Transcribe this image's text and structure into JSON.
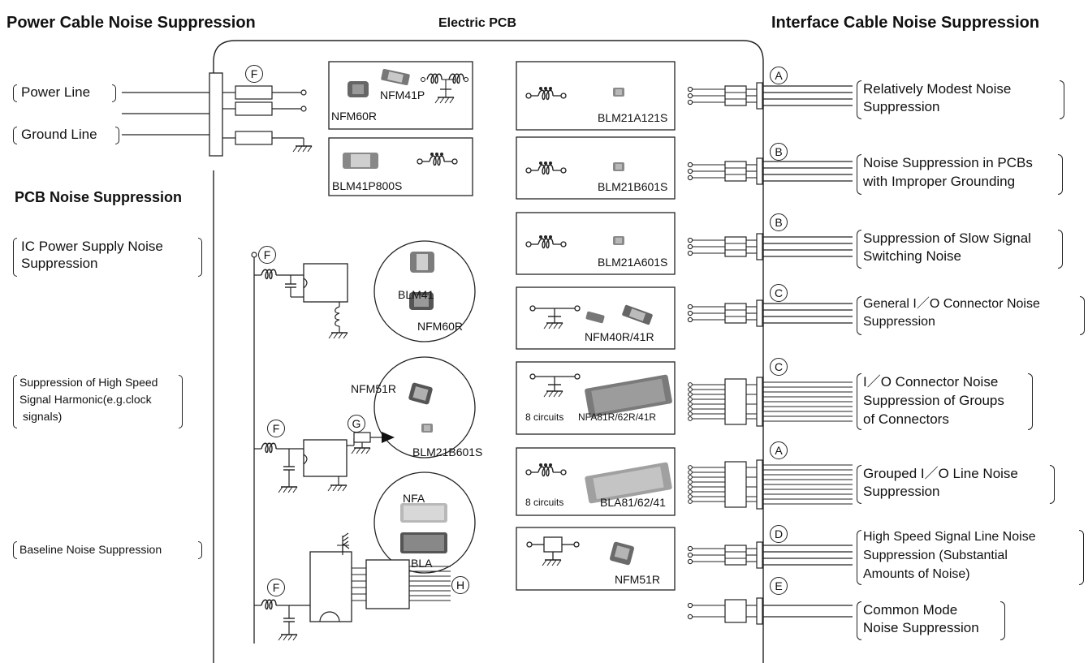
{
  "headings": {
    "power": "Power Cable Noise Suppression",
    "pcb": "Electric PCB",
    "interface": "Interface Cable Noise Suppression",
    "pcb_noise": "PCB Noise Suppression"
  },
  "left_labels": {
    "power_line": "Power Line",
    "ground_line": "Ground Line",
    "ic_power": [
      "IC Power Supply Noise",
      "Suppression"
    ],
    "high_speed": [
      "Suppression of High Speed",
      "Signal Harmonic(e.g.clock",
      "signals)"
    ],
    "baseline": "Baseline Noise Suppression"
  },
  "markers": {
    "A": "A",
    "B": "B",
    "C": "C",
    "D": "D",
    "E": "E",
    "F": "F",
    "G": "G",
    "H": "H"
  },
  "parts": {
    "nfm60r": "NFM60R",
    "nfm41p": "NFM41P",
    "blm41p800s": "BLM41P800S",
    "blm41": "BLM41",
    "nfm51r": "NFM51R",
    "blm21b601s": "BLM21B601S",
    "nfa": "NFA",
    "bla": "BLA",
    "blm21a121s": "BLM21A121S",
    "blm21a601s": "BLM21A601S",
    "nfm40r41r": "NFM40R/41R",
    "nfa81r": "NFA81R/62R/41R",
    "bla81": "BLA81/62/41",
    "circuits8": "8 circuits"
  },
  "right_labels": {
    "r1": [
      "Relatively Modest Noise",
      "Suppression"
    ],
    "r2": [
      "Noise Suppression in PCBs",
      "with Improper Grounding"
    ],
    "r3": [
      "Suppression of Slow Signal",
      "Switching Noise"
    ],
    "r4": [
      "General I／O Connector Noise",
      "Suppression"
    ],
    "r5": [
      "I／O Connector Noise",
      "Suppression of Groups",
      "of Connectors"
    ],
    "r6": [
      "Grouped I／O Line Noise",
      "Suppression"
    ],
    "r7": [
      "High Speed Signal Line Noise",
      "Suppression  (Substantial",
      "Amounts of Noise)"
    ],
    "r8": [
      "Common Mode",
      "Noise Suppression"
    ]
  }
}
